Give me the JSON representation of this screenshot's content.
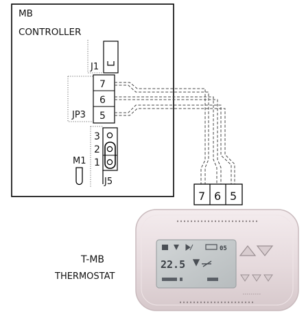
{
  "controller": {
    "line1": "MB",
    "line2": "CONTROLLER",
    "connector_j1": "J1",
    "connector_jp3": "JP3",
    "connector_j5": "J5",
    "component_m1": "M1"
  },
  "jp3_terminals": [
    "7",
    "6",
    "5"
  ],
  "j5_pins": [
    "3",
    "2",
    "1"
  ],
  "thermostat_terminals": [
    "7",
    "6",
    "5"
  ],
  "thermostat": {
    "line1": "T-MB",
    "line2": "THERMOSTAT",
    "display_temp": "22.5",
    "display_bottom_right": "05"
  }
}
